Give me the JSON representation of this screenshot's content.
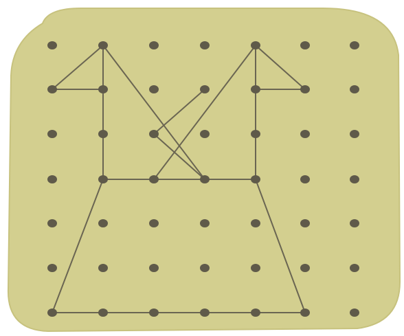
{
  "geoboard": {
    "board_color": "#d3cf8f",
    "board_edge_color": "#c7c27e",
    "peg_color": "#5f5a4a",
    "line_color": "#6a6552",
    "columns": 7,
    "rows": 7,
    "shape_segments": [
      [
        [
          0,
          1
        ],
        [
          1,
          0
        ]
      ],
      [
        [
          0,
          1
        ],
        [
          1,
          1
        ]
      ],
      [
        [
          1,
          0
        ],
        [
          1,
          3
        ]
      ],
      [
        [
          1,
          0
        ],
        [
          3,
          3
        ]
      ],
      [
        [
          2,
          2
        ],
        [
          3,
          1
        ]
      ],
      [
        [
          2,
          2
        ],
        [
          3,
          3
        ]
      ],
      [
        [
          2,
          3
        ],
        [
          4,
          0
        ]
      ],
      [
        [
          4,
          0
        ],
        [
          5,
          1
        ]
      ],
      [
        [
          4,
          0
        ],
        [
          4,
          3
        ]
      ],
      [
        [
          4,
          1
        ],
        [
          5,
          1
        ]
      ],
      [
        [
          1,
          3
        ],
        [
          4,
          3
        ]
      ],
      [
        [
          1,
          3
        ],
        [
          0,
          6
        ]
      ],
      [
        [
          4,
          3
        ],
        [
          5,
          6
        ]
      ],
      [
        [
          0,
          6
        ],
        [
          5,
          6
        ]
      ]
    ]
  }
}
